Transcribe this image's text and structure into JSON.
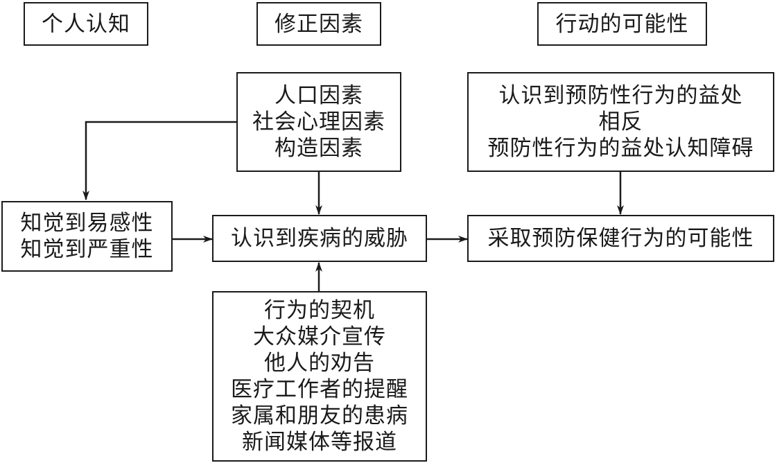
{
  "headers": {
    "personal": "个人认知",
    "modifying": "修正因素",
    "likelihood": "行动的可能性"
  },
  "modifying_factors": {
    "lines": [
      "人口因素",
      "社会心理因素",
      "构造因素"
    ]
  },
  "perceived_benefits": {
    "lines": [
      "认识到预防性行为的益处",
      "相反",
      "预防性行为的益处认知障碍"
    ]
  },
  "perceived_susceptibility": {
    "lines": [
      "知觉到易感性",
      "知觉到严重性"
    ]
  },
  "perceived_threat": {
    "label": "认识到疾病的威胁"
  },
  "likelihood_of_action": {
    "label": "采取预防保健行为的可能性"
  },
  "cues_to_action": {
    "lines": [
      "行为的契机",
      "大众媒介宣传",
      "他人的劝告",
      "医疗工作者的提醒",
      "家属和朋友的患病",
      "新闻媒体等报道"
    ]
  }
}
